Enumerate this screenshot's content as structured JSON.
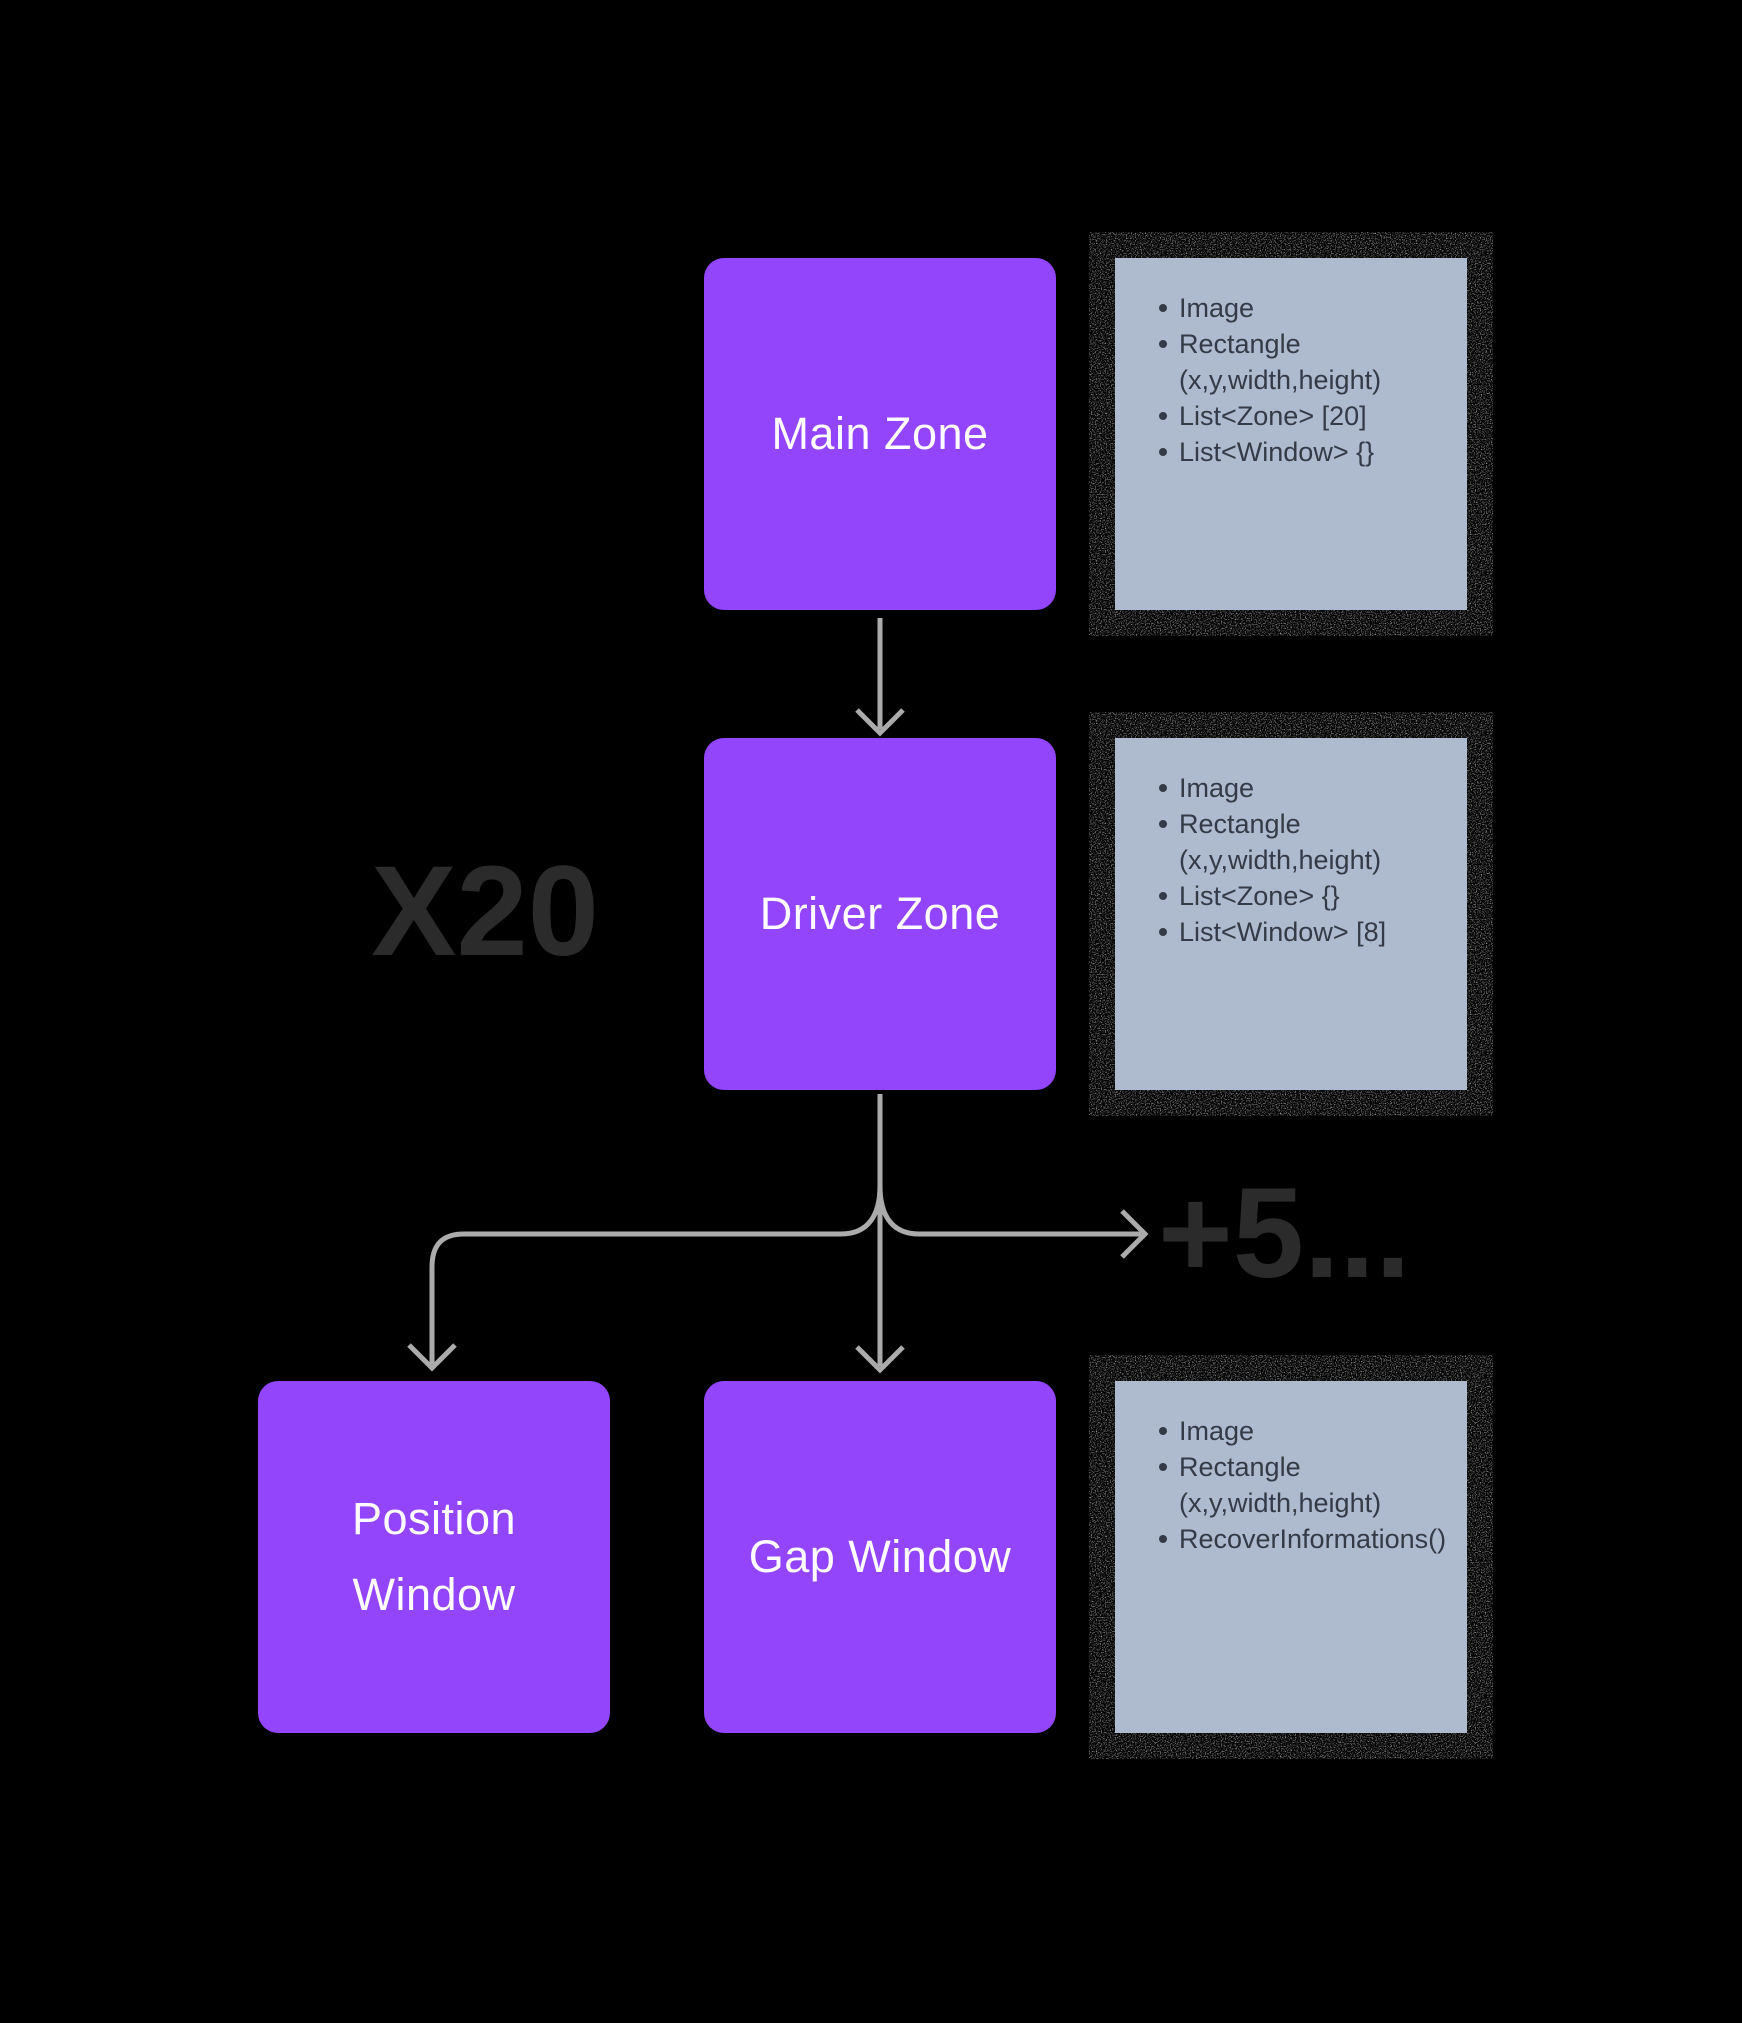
{
  "canvas": {
    "background": "#000000",
    "node_color": "#9345FB",
    "node_text_color": "#FDFBFF",
    "note_bg": "#AEBACE",
    "note_text_color": "#343B46",
    "connector_color": "#ABABAB",
    "big_label_color": "#2B2B2B"
  },
  "nodes": {
    "main_zone": {
      "label": "Main Zone"
    },
    "driver_zone": {
      "label": "Driver Zone"
    },
    "position_window": {
      "label": "Position Window"
    },
    "gap_window": {
      "label": "Gap Window"
    }
  },
  "annotations": {
    "multiplier": "X20",
    "more_windows": "+5..."
  },
  "notes": {
    "main_zone_note": {
      "items": [
        {
          "text": "Image"
        },
        {
          "text": "Rectangle",
          "sub": "(x,y,width,height)"
        },
        {
          "text": "List<Zone> [20]"
        },
        {
          "text": "List<Window> {}"
        }
      ]
    },
    "driver_zone_note": {
      "items": [
        {
          "text": "Image"
        },
        {
          "text": "Rectangle",
          "sub": "(x,y,width,height)"
        },
        {
          "text": "List<Zone> {}"
        },
        {
          "text": "List<Window> [8]"
        }
      ]
    },
    "gap_window_note": {
      "items": [
        {
          "text": "Image"
        },
        {
          "text": "Rectangle",
          "sub": "(x,y,width,height)"
        },
        {
          "text": "RecoverInformations()"
        }
      ]
    }
  }
}
